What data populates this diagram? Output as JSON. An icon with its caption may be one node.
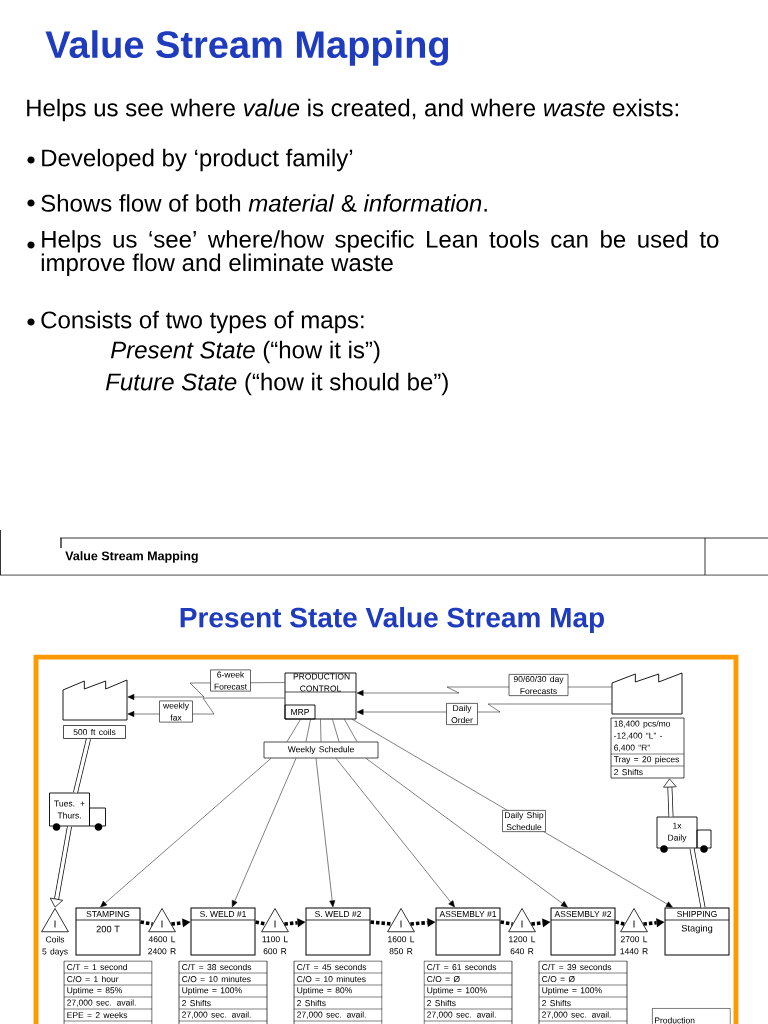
{
  "diagram": {
    "title": "Value Stream Mapping",
    "nodes": [
      {
        "text": [
          "PRODUCTION CONTROL"
        ]
      },
      {
        "text": [
          "MRP"
        ],
        "in": 0
      },
      {
        "text": [],
        "shape": "factory"
      },
      {
        "text": [
          "500 ft coils"
        ]
      },
      {
        "text": [],
        "shape": "factory"
      },
      {
        "text": [
          "18,400 pcs/mo -12,400 “L” - 6,400 “R”",
          "Tray = 20 pieces",
          "2 Shifts"
        ]
      },
      {
        "text": [
          "Weekly Schedule"
        ]
      },
      {
        "text": [
          "Tues. + Thurs."
        ]
      },
      {
        "text": [
          "1x Daily"
        ]
      },
      {
        "text": [
          "I"
        ],
        "beside": [
          "Coils 5 days"
        ]
      },
      {
        "text": [
          "STAMPING",
          "200 T"
        ]
      },
      {
        "text": [
          "I"
        ],
        "beside": [
          "4600 L 2400 R"
        ]
      },
      {
        "text": [
          "S. WELD #1"
        ]
      },
      {
        "text": [
          "I"
        ],
        "beside": [
          "1100 L 600 R"
        ]
      },
      {
        "text": [
          "S. WELD #2"
        ]
      },
      {
        "text": [
          "I"
        ],
        "beside": [
          "1600 L 850 R"
        ]
      },
      {
        "text": [
          "ASSEMBLY #1"
        ]
      },
      {
        "text": [
          "I"
        ],
        "beside": [
          "1200 L 640 R"
        ]
      },
      {
        "text": [
          "ASSEMBLY #2"
        ]
      },
      {
        "text": [
          "I"
        ],
        "beside": [
          "2700 L 1440 R"
        ]
      },
      {
        "text": [
          "SHIPPING",
          "Staging"
        ]
      },
      {
        "text": [
          "C/T = 1 second",
          "C/O = 1 hour",
          "Uptime = 85%",
          "27,000 sec. avail.",
          "EPE = 2 weeks"
        ]
      },
      {
        "text": [
          "C/T = 38 seconds",
          "C/O = 10 minutes",
          "Uptime = 100%",
          "2 Shifts",
          "27,000 sec. avail."
        ]
      },
      {
        "text": [
          "C/T = 45 seconds",
          "C/O = 10 minutes",
          "Uptime = 80%",
          "2 Shifts",
          "27,000 sec. avail."
        ]
      },
      {
        "text": [
          "C/T = 61 seconds",
          "C/O = Ø",
          "Uptime = 100%",
          "2 Shifts",
          "27,000 sec. avail."
        ]
      },
      {
        "text": [
          "C/T = 39 seconds",
          "C/O = Ø",
          "Uptime = 100%",
          "2 Shifts",
          "27,000 sec. avail."
        ]
      },
      {
        "text": [
          "Production"
        ]
      }
    ],
    "edges": [
      {
        "from": 0,
        "to": 2,
        "arrow": "to",
        "label": "6-week Forecast"
      },
      {
        "from": 0,
        "to": 2,
        "arrow": "to",
        "label": "weekly fax"
      },
      {
        "from": 4,
        "to": 0,
        "arrow": "to",
        "label": "90/60/30 day Forecasts"
      },
      {
        "from": 4,
        "to": 0,
        "arrow": "to",
        "label": "Daily Order"
      },
      {
        "from": 0,
        "to": 6,
        "arrow": "none"
      },
      {
        "from": 0,
        "to": 6,
        "arrow": "none"
      },
      {
        "from": 0,
        "to": 6,
        "arrow": "none"
      },
      {
        "from": 0,
        "to": 6,
        "arrow": "none"
      },
      {
        "from": 0,
        "to": 6,
        "arrow": "none"
      },
      {
        "from": 6,
        "to": 10,
        "arrow": "to"
      },
      {
        "from": 6,
        "to": 12,
        "arrow": "to"
      },
      {
        "from": 6,
        "to": 14,
        "arrow": "to"
      },
      {
        "from": 6,
        "to": 16,
        "arrow": "to"
      },
      {
        "from": 6,
        "to": 18,
        "arrow": "to"
      },
      {
        "from": 0,
        "to": 20,
        "arrow": "to",
        "label": "Daily Ship Schedule"
      },
      {
        "from": 3,
        "to": 7,
        "arrow": "none",
        "style": "thick"
      },
      {
        "from": 7,
        "to": 9,
        "arrow": "to",
        "style": "thick"
      },
      {
        "from": 20,
        "to": 8,
        "arrow": "none",
        "style": "thick"
      },
      {
        "from": 8,
        "to": 5,
        "arrow": "to",
        "style": "thick"
      },
      {
        "from": 10,
        "to": 11,
        "arrow": "none",
        "style": "dashed"
      },
      {
        "from": 11,
        "to": 12,
        "arrow": "to",
        "style": "dashed"
      },
      {
        "from": 12,
        "to": 13,
        "arrow": "none",
        "style": "dashed"
      },
      {
        "from": 13,
        "to": 14,
        "arrow": "to",
        "style": "dashed"
      },
      {
        "from": 14,
        "to": 15,
        "arrow": "none",
        "style": "dashed"
      },
      {
        "from": 15,
        "to": 16,
        "arrow": "to",
        "style": "dashed"
      },
      {
        "from": 16,
        "to": 17,
        "arrow": "none",
        "style": "dashed"
      },
      {
        "from": 17,
        "to": 18,
        "arrow": "to",
        "style": "dashed"
      },
      {
        "from": 18,
        "to": 19,
        "arrow": "none",
        "style": "dashed"
      },
      {
        "from": 19,
        "to": 20,
        "arrow": "to",
        "style": "dashed"
      }
    ],
    "labels": [
      "Helps us see where *value* is created, and where *waste* exists:",
      "Developed by ‘product family’",
      "Shows flow of both *material* & *information*.",
      "Helps us ‘see’ where/how specific Lean tools can be used to improve flow and eliminate waste",
      "Consists of two types of maps:",
      "*Present State* (“how it is”)",
      "*Future State* (“how it should be”)",
      "Value Stream Mapping",
      "Present State Value Stream Map"
    ]
  }
}
